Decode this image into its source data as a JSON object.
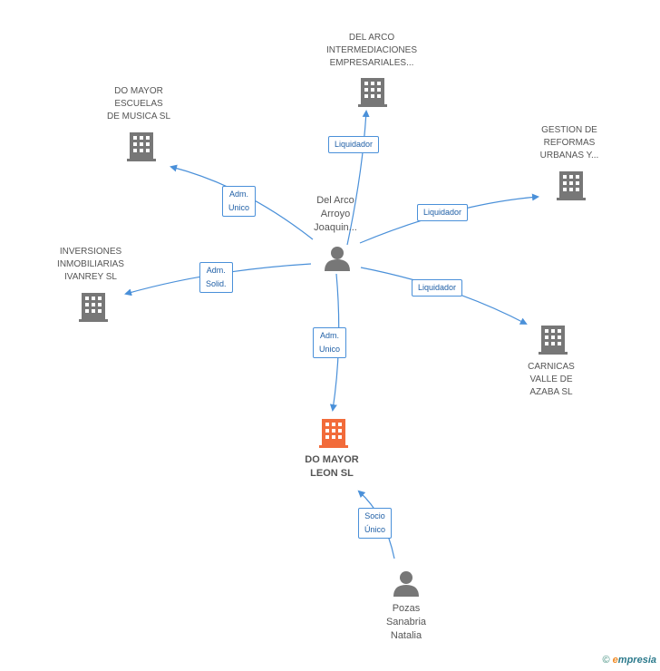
{
  "nodes": {
    "center_person": {
      "label": "Del Arco\nArroyo\nJoaquin...",
      "type": "person"
    },
    "del_arco": {
      "label": "DEL ARCO\nINTERMEDIACIONES\nEMPRESARIALES...",
      "type": "company"
    },
    "do_mayor_escuelas": {
      "label": "DO MAYOR\nESCUELAS\nDE MUSICA SL",
      "type": "company"
    },
    "gestion_reformas": {
      "label": "GESTION DE\nREFORMAS\nURBANAS Y...",
      "type": "company"
    },
    "inversiones": {
      "label": "INVERSIONES\nINMOBILIARIAS\nIVANREY SL",
      "type": "company"
    },
    "carnicas": {
      "label": "CARNICAS\nVALLE DE\nAZABA SL",
      "type": "company"
    },
    "do_mayor_leon": {
      "label": "DO MAYOR\nLEON SL",
      "type": "company-main"
    },
    "pozas": {
      "label": "Pozas\nSanabria\nNatalia",
      "type": "person"
    }
  },
  "edges": {
    "e_del_arco": {
      "label": "Liquidador"
    },
    "e_escuelas": {
      "label": "Adm.\nUnico"
    },
    "e_gestion": {
      "label": "Liquidador"
    },
    "e_inversiones": {
      "label": "Adm.\nSolid."
    },
    "e_carnicas": {
      "label": "Liquidador"
    },
    "e_leon": {
      "label": "Adm.\nUnico"
    },
    "e_pozas": {
      "label": "Socio\nÚnico"
    }
  },
  "colors": {
    "edge": "#4a90d9",
    "company_icon": "#777777",
    "main_company_icon": "#f26b3a",
    "person_icon": "#777777"
  },
  "icons": {
    "company": "building-icon",
    "person": "person-icon"
  },
  "footer": {
    "copyright": "©",
    "brand_first": "e",
    "brand_rest": "mpresia"
  }
}
